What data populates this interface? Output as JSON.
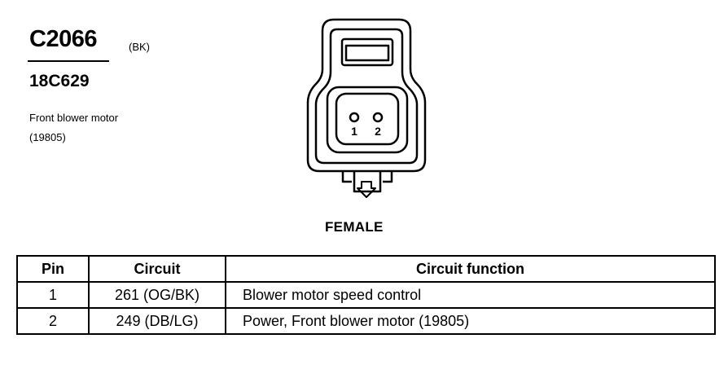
{
  "header": {
    "connector_id": "C2066",
    "color_code": "(BK)",
    "part_number": "18C629",
    "description_line1": "Front blower motor",
    "description_line2": "(19805)"
  },
  "diagram": {
    "pin_labels": [
      "1",
      "2"
    ],
    "gender": "FEMALE"
  },
  "table": {
    "headers": [
      "Pin",
      "Circuit",
      "Circuit function"
    ],
    "rows": [
      [
        "1",
        "261 (OG/BK)",
        "Blower motor speed control"
      ],
      [
        "2",
        "249 (DB/LG)",
        "Power, Front blower motor (19805)"
      ]
    ]
  }
}
